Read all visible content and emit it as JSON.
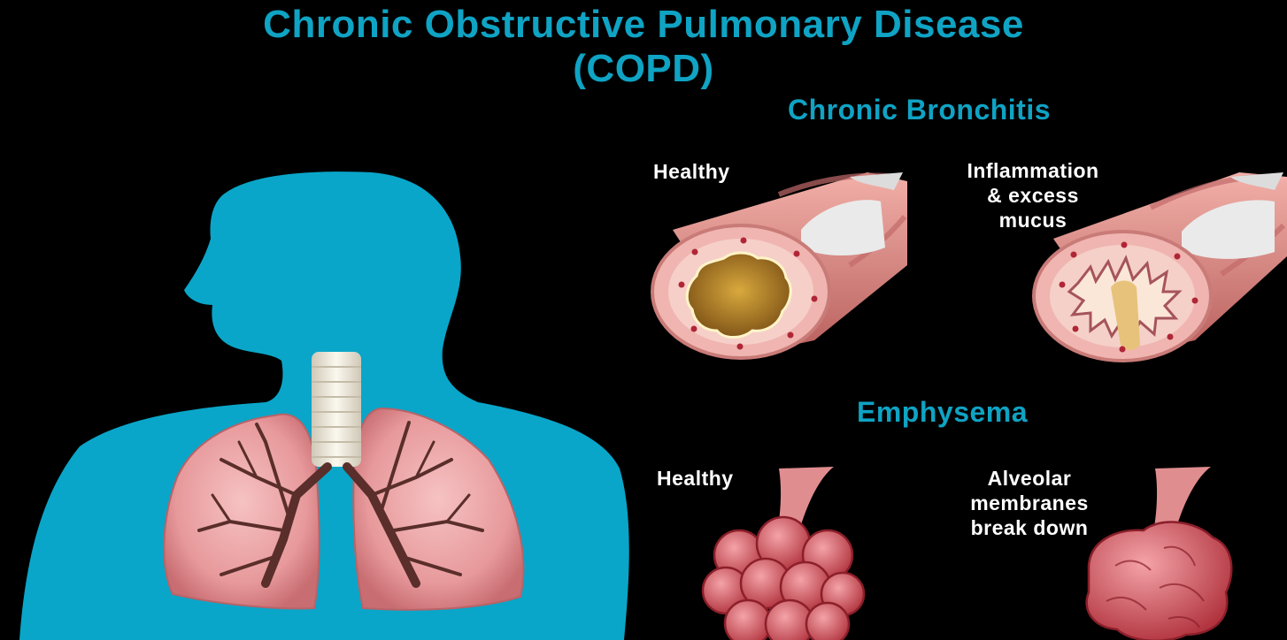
{
  "title": {
    "line1": "Chronic Obstructive Pulmonary Disease",
    "line2": "(COPD)"
  },
  "bronchitis": {
    "heading": "Chronic Bronchitis",
    "healthy_label": "Healthy",
    "diseased_label": [
      "Inflammation",
      "& excess",
      "mucus"
    ]
  },
  "emphysema": {
    "heading": "Emphysema",
    "healthy_label": "Healthy",
    "diseased_label": [
      "Alveolar",
      "membranes",
      "break down"
    ]
  },
  "colors": {
    "accent": "#0fa3c4",
    "silhouette": "#09a6c9",
    "background": "#000000",
    "lung": "#e89a9c",
    "airway": "#d98a8a",
    "mucus": "#c99a3a"
  }
}
